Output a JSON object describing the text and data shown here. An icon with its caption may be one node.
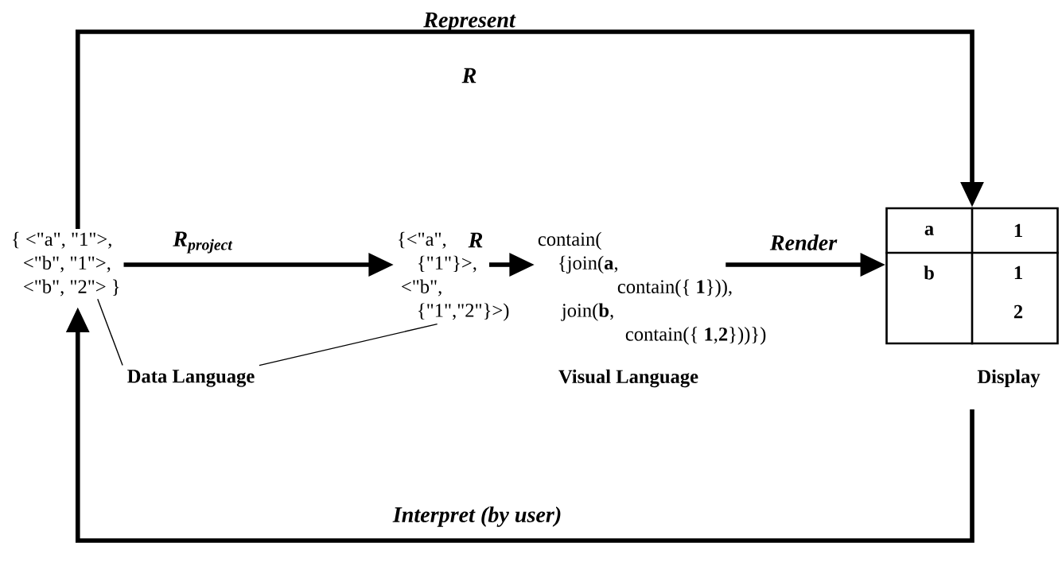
{
  "diagram": {
    "nodes": [
      {
        "text": [
          "{ <\"a\", \"1\">,",
          "<\"b\", \"1\">,",
          "<\"b\", \"2\"> }"
        ]
      },
      {
        "text": [
          "{<\"a\",",
          "{\"1\"}>,",
          "<\"b\",",
          "{\"1\",\"2\"}>)"
        ]
      },
      {
        "text": [
          "contain(",
          "{join(**a**,",
          "contain({ **1**})),",
          "join(**b**,",
          "contain({ **1**,**2**}))})"
        ]
      },
      {
        "text": [
          "a",
          "1",
          "b",
          "1",
          "2"
        ],
        "beside": [
          "Display"
        ]
      },
      {
        "text": [
          "Data Language"
        ]
      }
    ],
    "edges": [
      {
        "from": 0,
        "to": 1,
        "arrow": "to",
        "label": "R$_{project}$"
      },
      {
        "from": 1,
        "to": 2,
        "arrow": "to",
        "label": "R"
      },
      {
        "from": 2,
        "to": 3,
        "arrow": "to",
        "label": "Render"
      },
      {
        "from": 0,
        "to": 3,
        "arrow": "to",
        "label": "Represent"
      },
      {
        "from": 3,
        "to": 0,
        "arrow": "to",
        "label": "Interpret (by user)"
      },
      {
        "from": 4,
        "to": 0,
        "arrow": "none"
      },
      {
        "from": 4,
        "to": 1,
        "arrow": "none"
      }
    ],
    "labels": [
      "R",
      "Visual Language"
    ]
  }
}
